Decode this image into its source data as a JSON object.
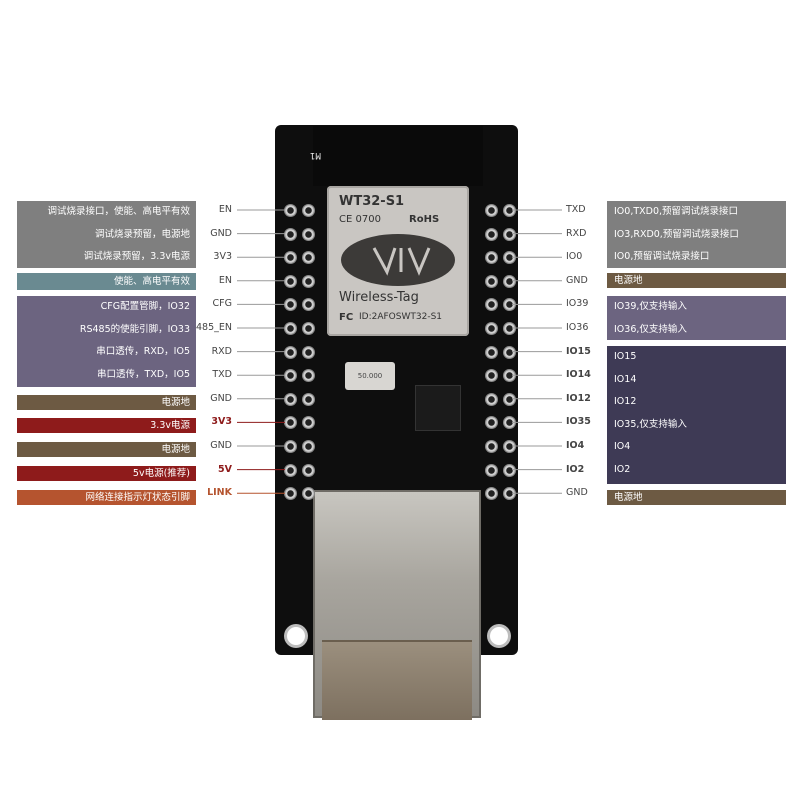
{
  "colors": {
    "gray": "#7f7f7f",
    "teal": "#6a8a91",
    "purple": "#6c6480",
    "dark_navy": "#3e3a55",
    "brown": "#6d5a43",
    "dark_red": "#8e1b1b",
    "orange": "#b5542f",
    "red_text": "#8e1b1b"
  },
  "module": {
    "model": "WT32-S1",
    "ce": "CE 0700",
    "rohs": "RoHS",
    "brand": "Wireless-Tag",
    "fc": "FC",
    "id": "ID:2AFOSWT32-S1",
    "crystal": "50.000"
  },
  "left_pins": [
    {
      "pin": "EN",
      "desc": "调试烧录接口，使能、高电平有效",
      "pin_color": "#444444"
    },
    {
      "pin": "GND",
      "desc": "调试烧录预留，电源地",
      "pin_color": "#444444"
    },
    {
      "pin": "3V3",
      "desc": "调试烧录预留，3.3v电源",
      "pin_color": "#444444"
    },
    {
      "pin": "EN",
      "desc": "使能、高电平有效",
      "pin_color": "#444444"
    },
    {
      "pin": "CFG",
      "desc": "CFG配置管脚，IO32",
      "pin_color": "#444444"
    },
    {
      "pin": "485_EN",
      "desc": "RS485的使能引脚，IO33",
      "pin_color": "#444444"
    },
    {
      "pin": "RXD",
      "desc": "串口透传，RXD，IO5",
      "pin_color": "#444444"
    },
    {
      "pin": "TXD",
      "desc": "串口透传，TXD，IO5",
      "pin_color": "#444444"
    },
    {
      "pin": "GND",
      "desc": "电源地",
      "pin_color": "#444444"
    },
    {
      "pin": "3V3",
      "desc": "3.3v电源",
      "pin_color": "#8e1b1b"
    },
    {
      "pin": "GND",
      "desc": "电源地",
      "pin_color": "#444444"
    },
    {
      "pin": "5V",
      "desc": "5v电源(推荐)",
      "pin_color": "#8e1b1b"
    },
    {
      "pin": "LINK",
      "desc": "网络连接指示灯状态引脚",
      "pin_color": "#b5542f"
    }
  ],
  "right_pins": [
    {
      "pin": "TXD",
      "desc": "IO0,TXD0,预留调试烧录接口"
    },
    {
      "pin": "RXD",
      "desc": "IO3,RXD0,预留调试烧录接口"
    },
    {
      "pin": "IO0",
      "desc": "IO0,预留调试烧录接口"
    },
    {
      "pin": "GND",
      "desc": "电源地"
    },
    {
      "pin": "IO39",
      "desc": "IO39,仅支持输入"
    },
    {
      "pin": "IO36",
      "desc": "IO36,仅支持输入"
    },
    {
      "pin": "IO15",
      "desc": "IO15"
    },
    {
      "pin": "IO14",
      "desc": "IO14"
    },
    {
      "pin": "IO12",
      "desc": "IO12"
    },
    {
      "pin": "IO35",
      "desc": "IO35,仅支持输入"
    },
    {
      "pin": "IO4",
      "desc": "IO4"
    },
    {
      "pin": "IO2",
      "desc": "IO2"
    },
    {
      "pin": "GND",
      "desc": "电源地"
    }
  ]
}
